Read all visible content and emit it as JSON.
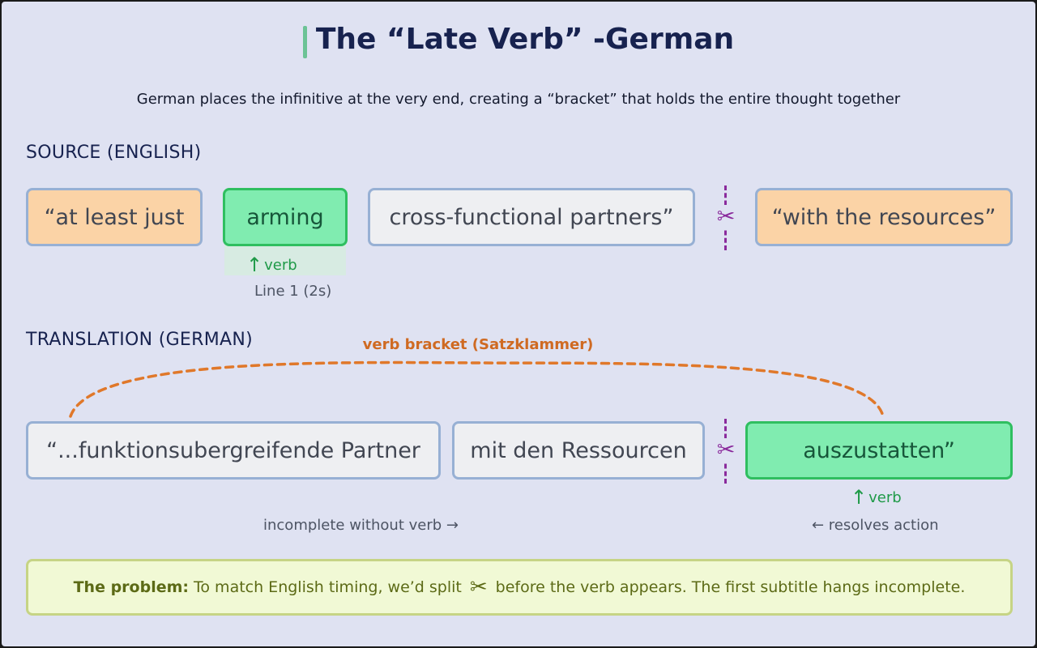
{
  "title": "The “Late Verb” -German",
  "subtitle": "German places the infinitive at the very end, creating a “bracket” that holds the entire thought together",
  "source": {
    "label": "SOURCE (ENGLISH)",
    "chunks": [
      "“at least just",
      "arming",
      "cross-functional partners”",
      "“with the resources”"
    ],
    "verb_tag": "verb",
    "line_note": "Line 1 (2s)"
  },
  "translation": {
    "label": "TRANSLATION (GERMAN)",
    "bracket_label": "verb bracket (Satzklammer)",
    "chunks": [
      "“...funktionsubergreifende Partner",
      "mit den Ressourcen",
      "auszustatten”"
    ],
    "verb_tag": "verb",
    "note_incomplete": "incomplete without verb →",
    "note_resolves": "← resolves action"
  },
  "problem": {
    "label": "The problem:",
    "text_before": "To match English timing, we’d split",
    "text_after": "before the verb appears. The first subtitle hangs incomplete."
  },
  "colors": {
    "verb_green": "#80ecb0",
    "bracket_orange": "#e0782a",
    "cut_purple": "#8a2a9c"
  },
  "icons": {
    "cut": "scissors-icon",
    "arrow": "arrow-up-icon"
  }
}
